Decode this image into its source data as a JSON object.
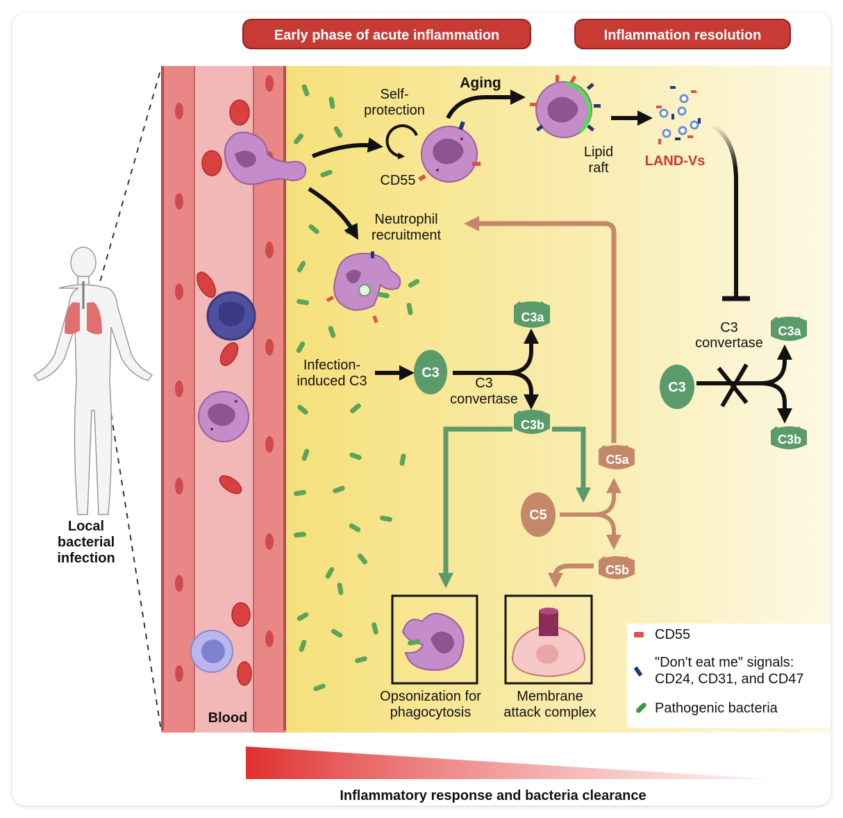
{
  "headers": {
    "early_phase": "Early phase of acute inflammation",
    "resolution": "Inflammation resolution"
  },
  "human": {
    "caption_line1": "Local",
    "caption_line2": "bacterial",
    "caption_line3": "infection"
  },
  "vessel": {
    "label": "Blood"
  },
  "flow": {
    "self_line1": "Self-",
    "self_line2": "protection",
    "cd55": "CD55",
    "aging": "Aging",
    "lipid_line1": "Lipid",
    "lipid_line2": "raft",
    "land_vs": "LAND-Vs",
    "recruit_line1": "Neutrophil",
    "recruit_line2": "recruitment",
    "infection_line1": "Infection-",
    "infection_line2": "induced C3",
    "convertase_line1": "C3",
    "convertase_line2": "convertase"
  },
  "complement": {
    "c3": "C3",
    "c3a": "C3a",
    "c3b": "C3b",
    "c5": "C5",
    "c5a": "C5a",
    "c5b": "C5b"
  },
  "resolution_panel": {
    "convertase_line1": "C3",
    "convertase_line2": "convertase",
    "c3": "C3",
    "c3a": "C3a",
    "c3b": "C3b"
  },
  "outcomes": {
    "opsonization_line1": "Opsonization for",
    "opsonization_line2": "phagocytosis",
    "mac_line1": "Membrane",
    "mac_line2": "attack complex"
  },
  "legend": {
    "items": [
      {
        "label": "CD55",
        "color": "#d9534f"
      },
      {
        "label": "\"Don't eat me\" signals:",
        "color": "#1f3a7a"
      },
      {
        "label": "CD24, CD31, and CD47",
        "color": "#1f3a7a"
      },
      {
        "label": "Pathogenic bacteria",
        "color": "#3f9a3f"
      }
    ]
  },
  "gradient_bar": {
    "caption": "Inflammatory response and bacteria clearance",
    "color_start": "#e03030",
    "color_end": "#fde6e6"
  },
  "colors": {
    "green": "#5b9a6a",
    "orange": "#c4876a",
    "header_red": "#c83a34",
    "cell_purple": "#b57fbc"
  }
}
